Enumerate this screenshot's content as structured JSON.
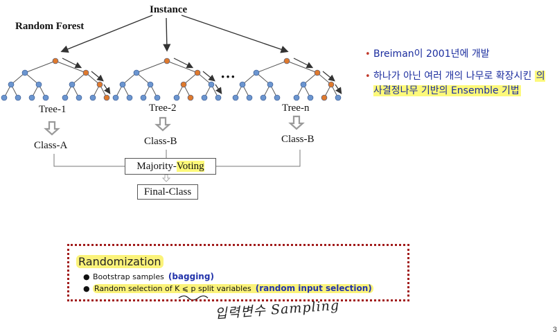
{
  "diagram": {
    "title": "Random Forest",
    "root_label": "Instance",
    "ellipsis": "···",
    "trees": [
      {
        "label": "Tree-1",
        "class": "Class-A"
      },
      {
        "label": "Tree-2",
        "class": "Class-B"
      },
      {
        "label": "Tree-n",
        "class": "Class-B"
      }
    ],
    "voting": {
      "prefix": "Majority-",
      "highlight": "Voting"
    },
    "final": "Final-Class",
    "colors": {
      "node_blue": "#6b95cf",
      "node_orange": "#de7a2e",
      "edge": "#555555"
    }
  },
  "bullets": [
    {
      "text": "Breiman이 2001년에 개발",
      "highlight": ""
    },
    {
      "text": "하나가 아닌 여러 개의 나무로 확장시킨 ",
      "highlight": "의사결정나무 기반의 Ensemble 기법"
    }
  ],
  "randomization": {
    "title": "Randomization",
    "items": [
      {
        "text": "Bootstrap samples",
        "note": "(bagging)"
      },
      {
        "text": "Random selection of K ⩽ p split variables",
        "note": "(random input selection)"
      }
    ]
  },
  "handwritten": "입력변수 Sampling",
  "page_number": "3"
}
